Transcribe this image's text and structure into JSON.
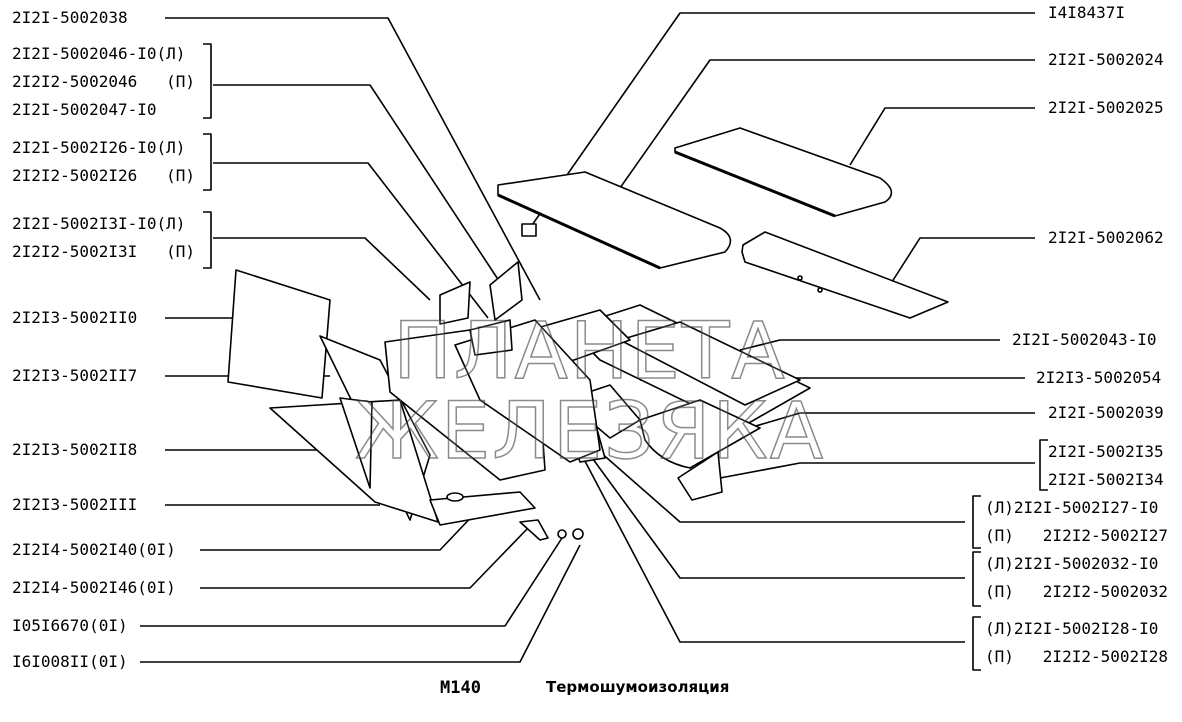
{
  "watermark": "ПЛАНЕТА ЖЕЛЕЗЯКА",
  "caption": {
    "code": "M140",
    "title": "Термошумоизоляция"
  },
  "labels_left": [
    "2I2I-5002038",
    "2I2I-5002046-I0(Л)",
    "2I2I2-5002046   (П)",
    "2I2I-5002047-I0",
    "2I2I-5002I26-I0(Л)",
    "2I2I2-5002I26   (П)",
    "2I2I-5002I3I-I0(Л)",
    "2I2I2-5002I3I   (П)",
    "2I2I3-5002II0",
    "2I2I3-5002II7",
    "2I2I3-5002II8",
    "2I2I3-5002III",
    "2I2I4-5002I40(0I)",
    "2I2I4-5002I46(0I)",
    "I05I6670(0I)",
    "I6I008II(0I)"
  ],
  "labels_right": [
    "I4I8437I",
    "2I2I-5002024",
    "2I2I-5002025",
    "2I2I-5002062",
    "2I2I-5002043-I0",
    "2I2I3-5002054",
    "2I2I-5002039",
    "2I2I-5002I35",
    "2I2I-5002I34",
    "(Л)2I2I-5002I27-I0",
    "(П)   2I2I2-5002I27",
    "(Л)2I2I-5002032-I0",
    "(П)   2I2I2-5002032",
    "(Л)2I2I-5002I28-I0",
    "(П)   2I2I2-5002I28"
  ]
}
